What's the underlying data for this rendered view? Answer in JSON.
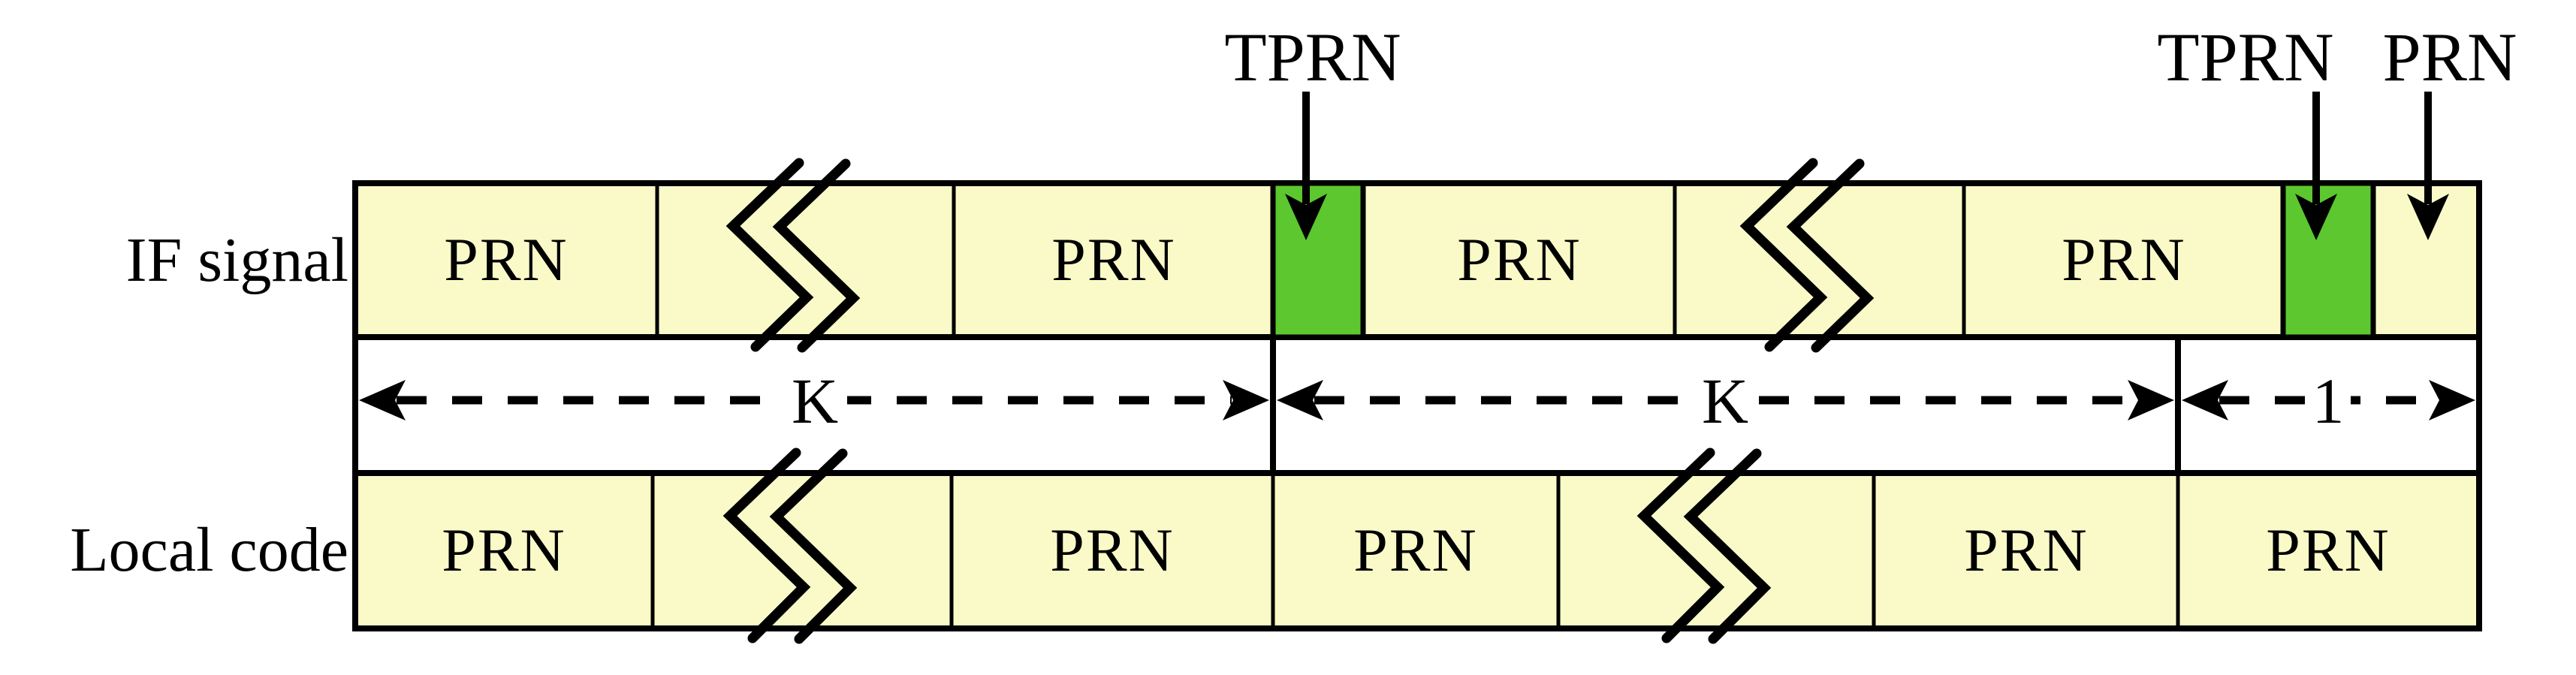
{
  "figure": {
    "colors": {
      "cell_fill": "#FAFAC8",
      "highlight_fill": "#5CC72F",
      "stroke": "#000000",
      "background": "#FFFFFF"
    },
    "if_row": {
      "label": "IF signal",
      "prn_labels": [
        "PRN",
        "PRN",
        "PRN",
        "PRN"
      ]
    },
    "local_row": {
      "label": "Local code",
      "prn_labels": [
        "PRN",
        "PRN",
        "PRN",
        "PRN",
        "PRN"
      ]
    },
    "spans": {
      "k1": "K",
      "k2": "K",
      "one": "1"
    },
    "callouts": {
      "tprn1": "TPRN",
      "tprn2": "TPRN",
      "prn": "PRN"
    }
  }
}
